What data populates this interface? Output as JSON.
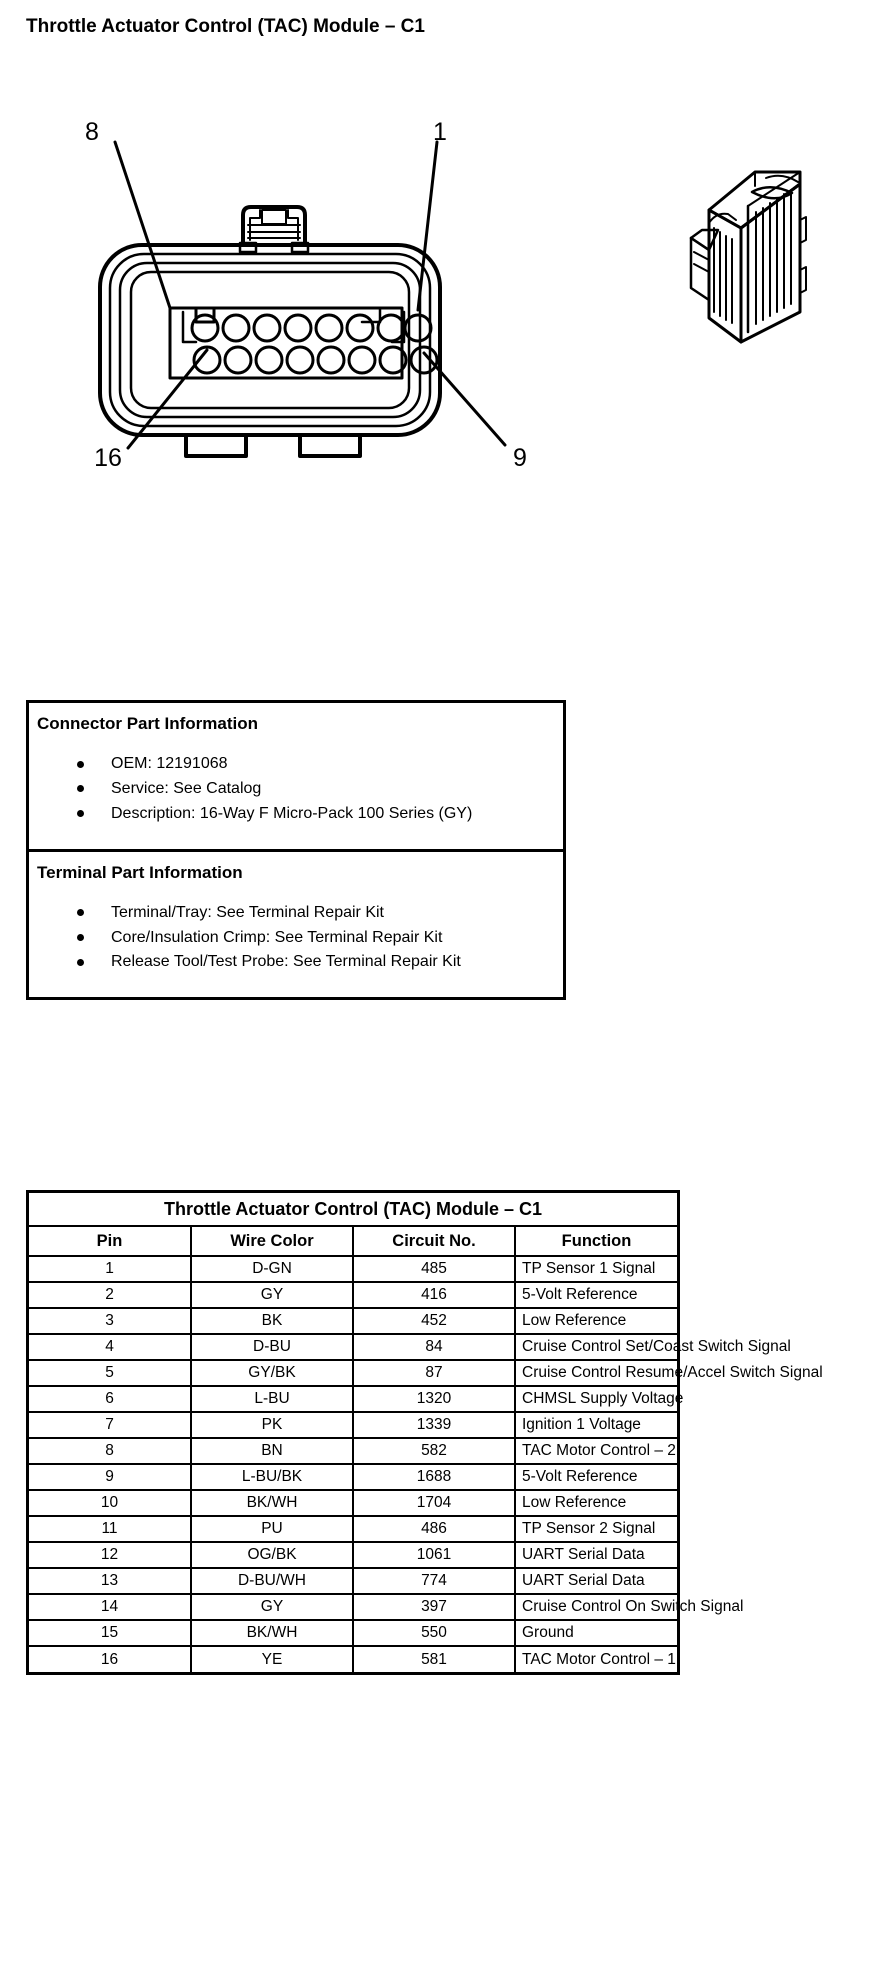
{
  "page_title": "Throttle Actuator Control (TAC) Module – C1",
  "figure": {
    "callouts": [
      {
        "label": "8",
        "name": "callout-8"
      },
      {
        "label": "1",
        "name": "callout-1"
      },
      {
        "label": "16",
        "name": "callout-16"
      },
      {
        "label": "9",
        "name": "callout-9"
      }
    ],
    "connector_face_name": "connector-face-view",
    "connector_iso_name": "connector-isometric-view",
    "cavity_count": 16,
    "cavity_rows": 2,
    "cavities_per_row": 8
  },
  "connector_part_information": {
    "heading": "Connector Part Information",
    "items": [
      "OEM: 12191068",
      "Service: See Catalog",
      "Description: 16-Way F Micro-Pack 100 Series (GY)"
    ]
  },
  "terminal_part_information": {
    "heading": "Terminal Part Information",
    "items": [
      "Terminal/Tray: See Terminal Repair Kit",
      "Core/Insulation Crimp: See Terminal Repair Kit",
      "Release Tool/Test Probe: See Terminal Repair Kit"
    ]
  },
  "pin_table": {
    "title": "Throttle Actuator Control (TAC) Module – C1",
    "columns": [
      "Pin",
      "Wire Color",
      "Circuit No.",
      "Function"
    ],
    "rows": [
      {
        "pin": "1",
        "wire_color": "D-GN",
        "circuit": "485",
        "function": "TP Sensor 1 Signal"
      },
      {
        "pin": "2",
        "wire_color": "GY",
        "circuit": "416",
        "function": "5-Volt Reference"
      },
      {
        "pin": "3",
        "wire_color": "BK",
        "circuit": "452",
        "function": "Low Reference"
      },
      {
        "pin": "4",
        "wire_color": "D-BU",
        "circuit": "84",
        "function": "Cruise Control Set/Coast Switch Signal"
      },
      {
        "pin": "5",
        "wire_color": "GY/BK",
        "circuit": "87",
        "function": "Cruise Control Resume/Accel Switch Signal"
      },
      {
        "pin": "6",
        "wire_color": "L-BU",
        "circuit": "1320",
        "function": "CHMSL Supply Voltage"
      },
      {
        "pin": "7",
        "wire_color": "PK",
        "circuit": "1339",
        "function": "Ignition 1 Voltage"
      },
      {
        "pin": "8",
        "wire_color": "BN",
        "circuit": "582",
        "function": "TAC Motor Control – 2"
      },
      {
        "pin": "9",
        "wire_color": "L-BU/BK",
        "circuit": "1688",
        "function": "5-Volt Reference"
      },
      {
        "pin": "10",
        "wire_color": "BK/WH",
        "circuit": "1704",
        "function": "Low Reference"
      },
      {
        "pin": "11",
        "wire_color": "PU",
        "circuit": "486",
        "function": "TP Sensor 2 Signal"
      },
      {
        "pin": "12",
        "wire_color": "OG/BK",
        "circuit": "1061",
        "function": "UART Serial Data"
      },
      {
        "pin": "13",
        "wire_color": "D-BU/WH",
        "circuit": "774",
        "function": "UART Serial Data"
      },
      {
        "pin": "14",
        "wire_color": "GY",
        "circuit": "397",
        "function": "Cruise Control On Switch Signal"
      },
      {
        "pin": "15",
        "wire_color": "BK/WH",
        "circuit": "550",
        "function": "Ground"
      },
      {
        "pin": "16",
        "wire_color": "YE",
        "circuit": "581",
        "function": "TAC Motor Control – 1"
      }
    ]
  },
  "colors": {
    "ink": "#000000",
    "paper": "#ffffff"
  }
}
